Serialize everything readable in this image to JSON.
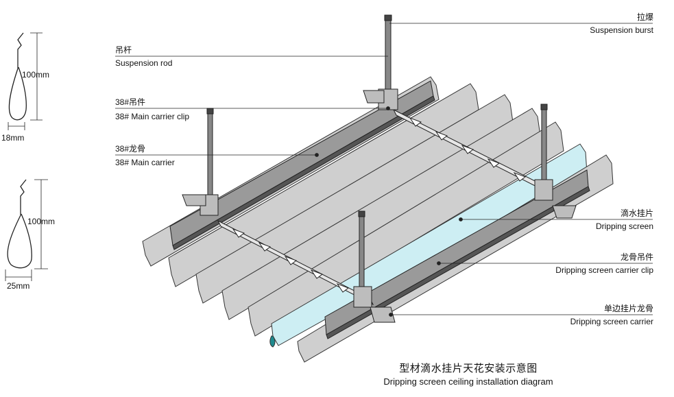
{
  "labels": {
    "suspension_burst_cn": "拉爆",
    "suspension_burst_en": "Suspension burst",
    "suspension_rod_cn": "吊杆",
    "suspension_rod_en": "Suspension rod",
    "main_clip_cn": "38#吊件",
    "main_clip_en": "38# Main carrier clip",
    "main_carrier_cn": "38#龙骨",
    "main_carrier_en": "38#  Main carrier",
    "dripping_screen_cn": "滴水挂片",
    "dripping_screen_en": "Dripping screen",
    "carrier_clip_cn": "龙骨吊件",
    "carrier_clip_en": "Dripping screen carrier clip",
    "screen_carrier_cn": "单边挂片龙骨",
    "screen_carrier_en": "Dripping screen carrier"
  },
  "profiles": {
    "top_height": "100mm",
    "top_width": "18mm",
    "bottom_height": "100mm",
    "bottom_width": "25mm"
  },
  "title": {
    "cn": "型材滴水挂片天花安装示意图",
    "en": "Dripping screen ceiling installation diagram"
  },
  "colors": {
    "panel": "#cfcfcf",
    "highlight_panel": "#cdeef3",
    "carrier": "#9a9a9a",
    "line": "#222222"
  }
}
